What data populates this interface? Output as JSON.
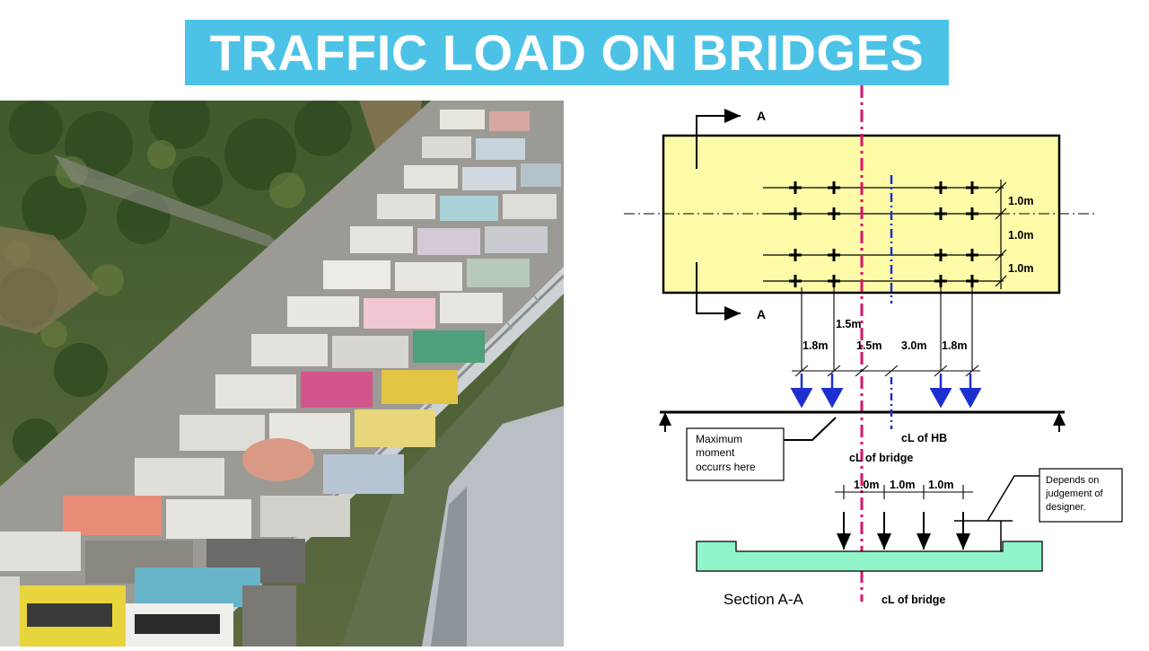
{
  "title": "TRAFFIC LOAD ON BRIDGES",
  "plan": {
    "section_label_top": "A",
    "section_label_bottom": "A",
    "spacing_1": "1.0m",
    "spacing_2": "1.0m",
    "spacing_3": "1.0m",
    "dim_15_upper": "1.5m",
    "dim_18_left": "1.8m",
    "dim_15_lower": "1.5m",
    "dim_30": "3.0m",
    "dim_18_right": "1.8m"
  },
  "elevation": {
    "note_line1": "Maximum",
    "note_line2": "moment",
    "note_line3": "occurrs here",
    "cl_hb": "cL of HB",
    "cl_bridge": "cL of bridge"
  },
  "section": {
    "dim_a": "1.0m",
    "dim_b": "1.0m",
    "dim_c": "1.0m",
    "note_line1": "Depends on",
    "note_line2": "judgement of",
    "note_line3": "designer.",
    "label": "Section A-A",
    "cl_bridge": "cL of bridge"
  },
  "colors": {
    "banner": "#4cc3e6",
    "deck_plan": "#fdfba8",
    "deck_section": "#8ff5c9",
    "centerline_bridge": "#e0106a",
    "centerline_hb": "#1e2fd0",
    "load_arrow": "#1e2fd0"
  }
}
